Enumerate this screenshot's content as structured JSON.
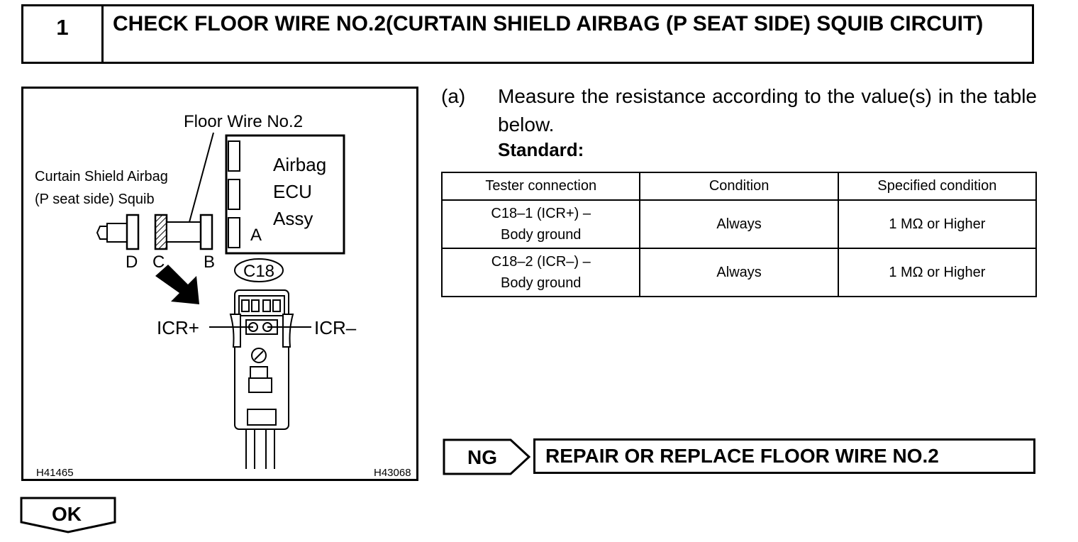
{
  "step": {
    "number": "1",
    "title": "CHECK FLOOR WIRE NO.2(CURTAIN SHIELD AIRBAG (P SEAT SIDE) SQUIB CIRCUIT)"
  },
  "figure": {
    "floor_wire_label": "Floor Wire No.2",
    "squib_label_line1": "Curtain Shield Airbag",
    "squib_label_line2": "(P seat side) Squib",
    "ecu_line1": "Airbag",
    "ecu_line2": "ECU",
    "ecu_line3": "Assy",
    "letter_a": "A",
    "letter_b": "B",
    "letter_c": "C",
    "letter_d": "D",
    "connector_id": "C18",
    "icr_plus": "ICR+",
    "icr_minus": "ICR–",
    "code_left": "H41465",
    "code_right": "H43068"
  },
  "instruction": {
    "label": "(a)",
    "text": "Measure the resistance according to the value(s) in the table below.",
    "standard": "Standard:"
  },
  "table": {
    "headers": [
      "Tester connection",
      "Condition",
      "Specified condition"
    ],
    "rows": [
      {
        "line1": "C18–1 (ICR+) –",
        "line2": "Body ground",
        "condition": "Always",
        "spec": "1 MΩ or Higher"
      },
      {
        "line1": "C18–2 (ICR–) –",
        "line2": "Body ground",
        "condition": "Always",
        "spec": "1 MΩ or Higher"
      }
    ]
  },
  "ng": {
    "tag": "NG",
    "result": "REPAIR OR REPLACE FLOOR WIRE NO.2"
  },
  "ok": {
    "tag": "OK"
  }
}
